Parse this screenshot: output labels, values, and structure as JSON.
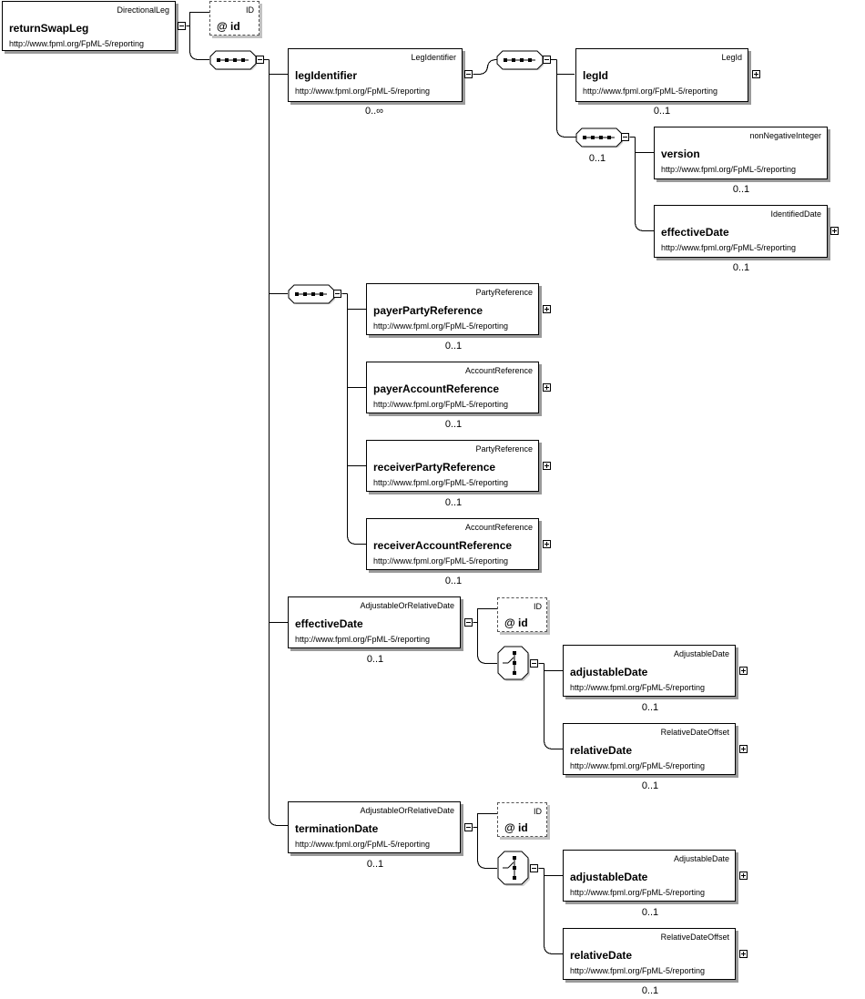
{
  "root": {
    "name": "returnSwapLeg",
    "type": "DirectionalLeg",
    "ns": "http://www.fpml.org/FpML-5/reporting"
  },
  "root_attr": {
    "type": "ID",
    "name": "@  id"
  },
  "legIdentifier": {
    "name": "legIdentifier",
    "type": "LegIdentifier",
    "ns": "http://www.fpml.org/FpML-5/reporting",
    "occ": "0..∞"
  },
  "legId": {
    "name": "legId",
    "type": "LegId",
    "ns": "http://www.fpml.org/FpML-5/reporting",
    "occ": "0..1"
  },
  "seq_version_occ": "0..1",
  "version": {
    "name": "version",
    "type": "nonNegativeInteger",
    "ns": "http://www.fpml.org/FpML-5/reporting",
    "occ": "0..1"
  },
  "legId_effectiveDate": {
    "name": "effectiveDate",
    "type": "IdentifiedDate",
    "ns": "http://www.fpml.org/FpML-5/reporting",
    "occ": "0..1"
  },
  "payerPartyReference": {
    "name": "payerPartyReference",
    "type": "PartyReference",
    "ns": "http://www.fpml.org/FpML-5/reporting",
    "occ": "0..1"
  },
  "payerAccountReference": {
    "name": "payerAccountReference",
    "type": "AccountReference",
    "ns": "http://www.fpml.org/FpML-5/reporting",
    "occ": "0..1"
  },
  "receiverPartyReference": {
    "name": "receiverPartyReference",
    "type": "PartyReference",
    "ns": "http://www.fpml.org/FpML-5/reporting",
    "occ": "0..1"
  },
  "receiverAccountReference": {
    "name": "receiverAccountReference",
    "type": "AccountReference",
    "ns": "http://www.fpml.org/FpML-5/reporting",
    "occ": "0..1"
  },
  "effectiveDate": {
    "name": "effectiveDate",
    "type": "AdjustableOrRelativeDate",
    "ns": "http://www.fpml.org/FpML-5/reporting",
    "occ": "0..1"
  },
  "effectiveDate_attr": {
    "type": "ID",
    "name": "@  id"
  },
  "eff_adjustableDate": {
    "name": "adjustableDate",
    "type": "AdjustableDate",
    "ns": "http://www.fpml.org/FpML-5/reporting",
    "occ": "0..1"
  },
  "eff_relativeDate": {
    "name": "relativeDate",
    "type": "RelativeDateOffset",
    "ns": "http://www.fpml.org/FpML-5/reporting",
    "occ": "0..1"
  },
  "terminationDate": {
    "name": "terminationDate",
    "type": "AdjustableOrRelativeDate",
    "ns": "http://www.fpml.org/FpML-5/reporting",
    "occ": "0..1"
  },
  "terminationDate_attr": {
    "type": "ID",
    "name": "@  id"
  },
  "term_adjustableDate": {
    "name": "adjustableDate",
    "type": "AdjustableDate",
    "ns": "http://www.fpml.org/FpML-5/reporting",
    "occ": "0..1"
  },
  "term_relativeDate": {
    "name": "relativeDate",
    "type": "RelativeDateOffset",
    "ns": "http://www.fpml.org/FpML-5/reporting",
    "occ": "0..1"
  }
}
